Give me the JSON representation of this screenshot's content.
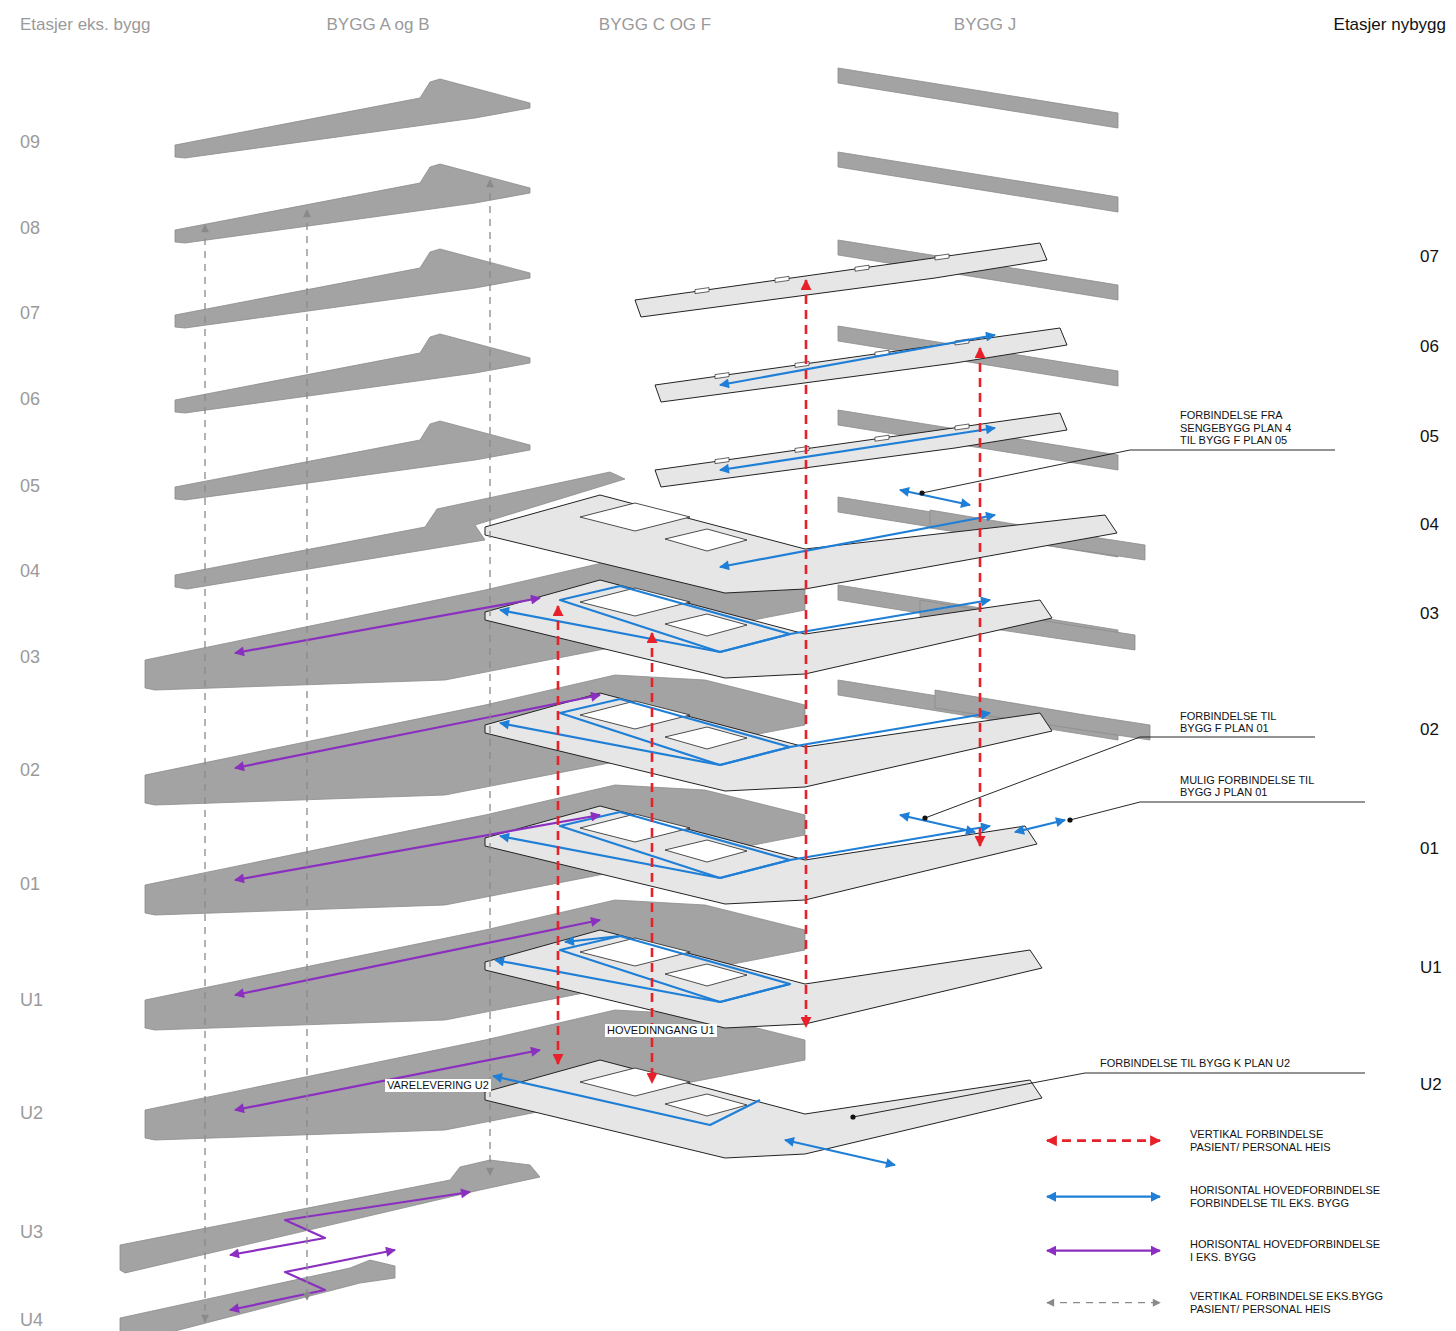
{
  "diagram": {
    "labels": [
      "Etasjer eks. bygg",
      "BYGG A og B",
      "BYGG C OG F",
      "BYGG J",
      "Etasjer nybygg",
      "09",
      "08",
      "07",
      "06",
      "05",
      "04",
      "03",
      "02",
      "01",
      "U1",
      "U2",
      "U3",
      "U4",
      "07",
      "06",
      "05",
      "04",
      "03",
      "02",
      "01",
      "U1",
      "U2",
      "FORBINDELSE FRA SENGEBYGG PLAN 4 TIL BYGG F PLAN 05",
      "FORBINDELSE TIL BYGG F PLAN 01",
      "MULIG FORBINDELSE TIL BYGG J PLAN 01",
      "FORBINDELSE TIL BYGG K PLAN U2",
      "HOVEDINNGANG U1",
      "VARELEVERING U2"
    ],
    "legend": [
      {
        "text": "VERTIKAL FORBINDELSE PASIENT/ PERSONAL HEIS"
      },
      {
        "text": "HORISONTAL HOVEDFORBINDELSE FORBINDELSE TIL EKS. BYGG"
      },
      {
        "text": "HORISONTAL HOVEDFORBINDELSE I EKS. BYGG"
      },
      {
        "text": "VERTIKAL FORBINDELSE EKS.BYGG PASIENT/ PERSONAL HEIS"
      }
    ]
  }
}
